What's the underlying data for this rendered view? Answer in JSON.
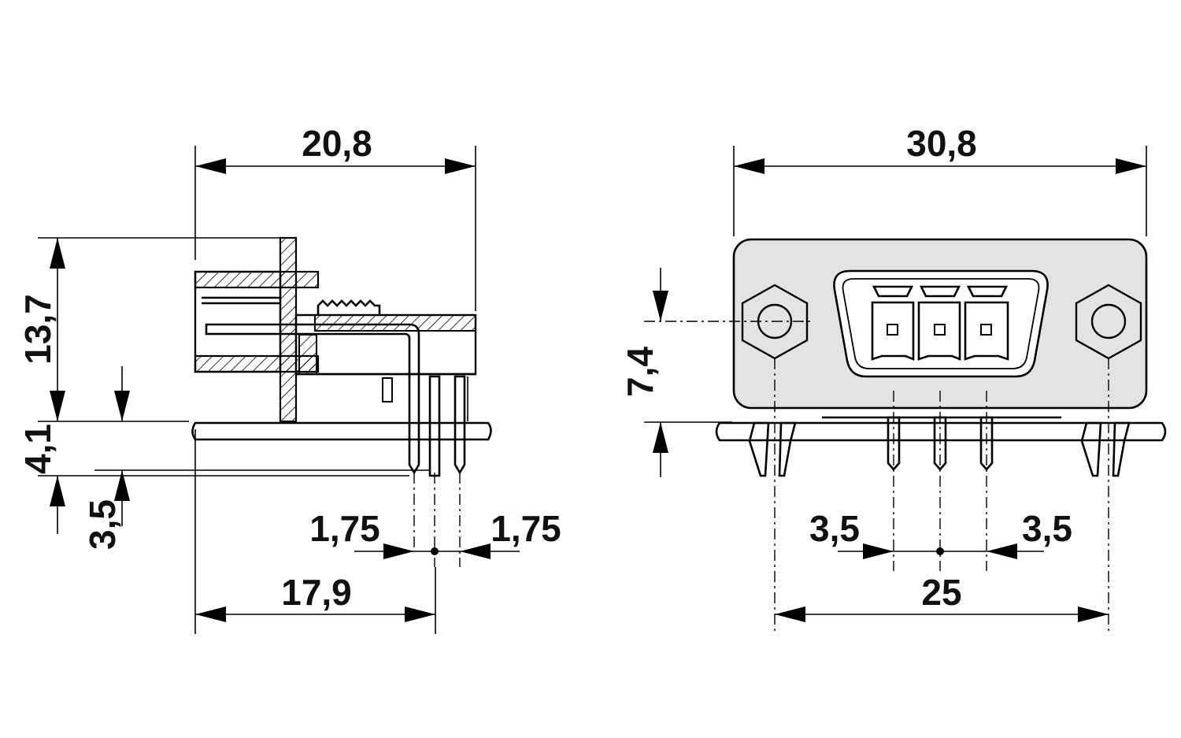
{
  "side_view": {
    "width_label": "20,8",
    "height_label": "13,7",
    "lower_height_label": "4,1",
    "pin_length_label": "3,5",
    "pitch_left_label": "1,75",
    "pitch_right_label": "1,75",
    "depth_label": "17,9"
  },
  "front_view": {
    "width_label": "30,8",
    "height_label": "7,4",
    "pitch_left_label": "3,5",
    "pitch_right_label": "3,5",
    "mount_spacing_label": "25"
  },
  "colors": {
    "line": "#000000",
    "flange_fill": "#e3e3e3",
    "background": "#ffffff"
  }
}
